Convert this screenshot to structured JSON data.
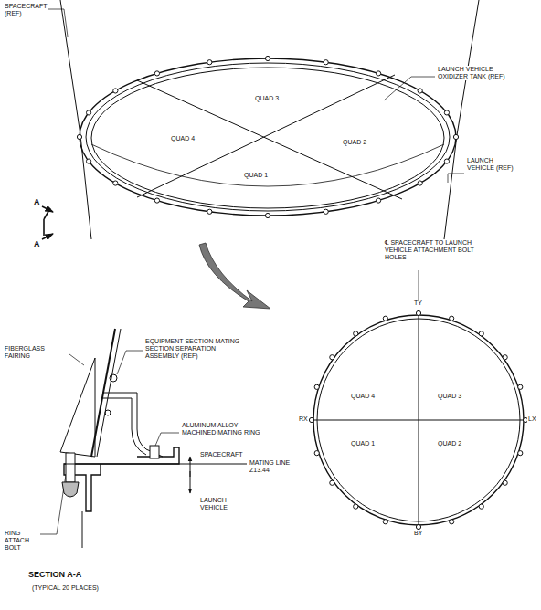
{
  "diagram": {
    "labels": [
      "SPACECRAFT (REF)",
      "LAUNCH VEHICLE OXIDIZER TANK (REF)",
      "LAUNCH VEHICLE (REF)",
      "QUAD 3",
      "QUAD 4",
      "QUAD 2",
      "QUAD 1",
      "A",
      "A",
      "℄ SPACECRAFT TO LAUNCH VEHICLE ATTACHMENT BOLT HOLES",
      "TY",
      "RX",
      "LX",
      "BY",
      "QUAD 4",
      "QUAD 3",
      "QUAD 1",
      "QUAD 2",
      "FIBERGLASS FAIRING",
      "EQUIPMENT SECTION MATING SECTION SEPARATION ASSEMBLY (REF)",
      "ALUMINUM ALLOY MACHINED MATING RING",
      "SPACECRAFT",
      "MATING LINE Z13.44",
      "LAUNCH VEHICLE",
      "RING ATTACH BOLT",
      "SECTION A-A",
      "(TYPICAL 20 PLACES)"
    ]
  }
}
